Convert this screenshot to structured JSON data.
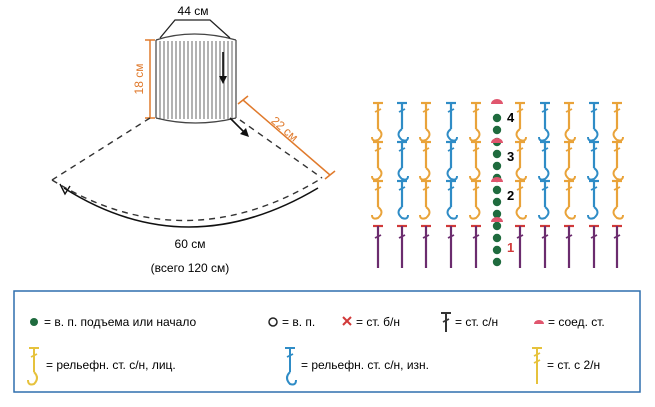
{
  "schematic": {
    "top_width": "44 см",
    "height": "18 см",
    "slope": "22 см",
    "bottom_width": "60 см",
    "total": "(всего 120 см)"
  },
  "chart": {
    "row_numbers": [
      "1",
      "2",
      "3",
      "4"
    ]
  },
  "legend": {
    "items": [
      {
        "id": "ch-lift",
        "text": "= в. п. подъема или начало"
      },
      {
        "id": "ch",
        "text": "= в. п."
      },
      {
        "id": "sc",
        "text": "= ст. б/н"
      },
      {
        "id": "dc",
        "text": "= ст. с/н"
      },
      {
        "id": "slst",
        "text": "= соед. ст."
      },
      {
        "id": "fpdc",
        "text": "= рельефн. ст. с/н, лиц."
      },
      {
        "id": "bpdc",
        "text": "= рельефн. ст. с/н, изн."
      },
      {
        "id": "tr",
        "text": "= ст. с 2/н"
      }
    ]
  },
  "colors": {
    "orange": "#e9a33a",
    "blue": "#2f8cc6",
    "purple": "#6b2c6e",
    "red": "#d13a3a",
    "pink": "#e0566e",
    "green": "#1f6b3e",
    "yellow": "#e6c23c",
    "frame": "#2f6fae"
  }
}
